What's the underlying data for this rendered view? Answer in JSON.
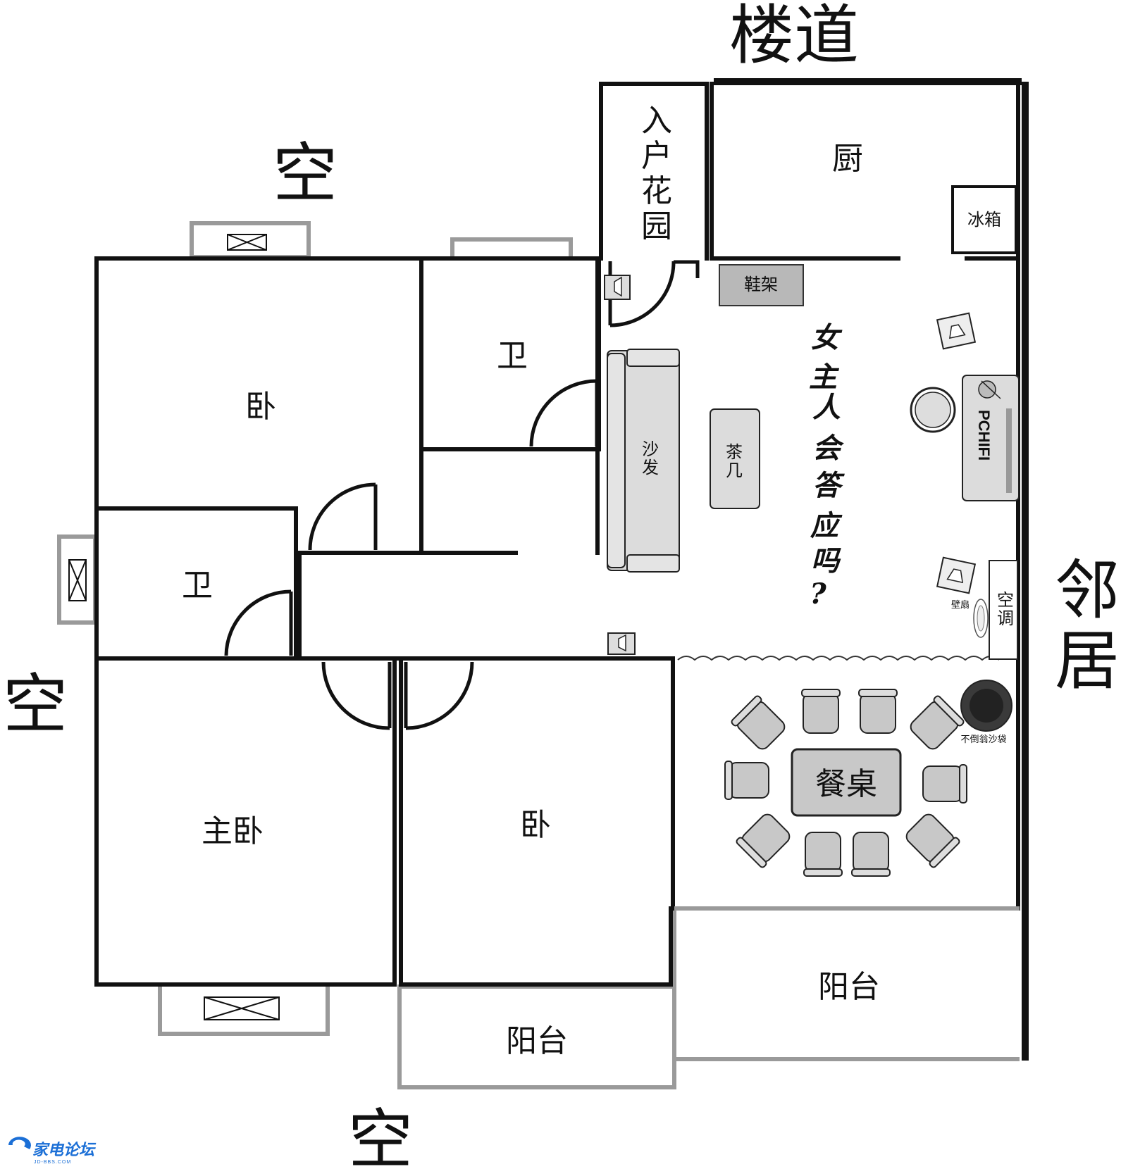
{
  "surroundings": {
    "top_corridor": "楼道",
    "top_empty": "空",
    "left_empty": "空",
    "bottom_empty": "空",
    "right_neighbor": [
      "邻",
      "居"
    ]
  },
  "rooms": {
    "entry_garden": [
      "入",
      "户",
      "花",
      "园"
    ],
    "kitchen": "厨",
    "bedroom_top": "卧",
    "bath_top": "卫",
    "bath_left": "卫",
    "master_bedroom": "主卧",
    "bedroom_bottom": "卧",
    "balcony_bottom": "阳台",
    "balcony_right": "阳台"
  },
  "furniture": {
    "fridge": "冰箱",
    "shoe_rack": "鞋架",
    "sofa": [
      "沙",
      "发"
    ],
    "coffee_table": [
      "茶",
      "几"
    ],
    "pc_hifi": "PCHIFI",
    "air_conditioner": [
      "空",
      "调"
    ],
    "wall_fan": "壁扇",
    "dining_table": "餐桌",
    "beanbag": "不倒翁沙袋"
  },
  "handwritten_note": [
    "女",
    "主",
    "人",
    "会",
    "答",
    "应",
    "吗",
    "?"
  ],
  "watermark": {
    "text": "家电论坛",
    "sub": "JD-BBS.COM"
  }
}
